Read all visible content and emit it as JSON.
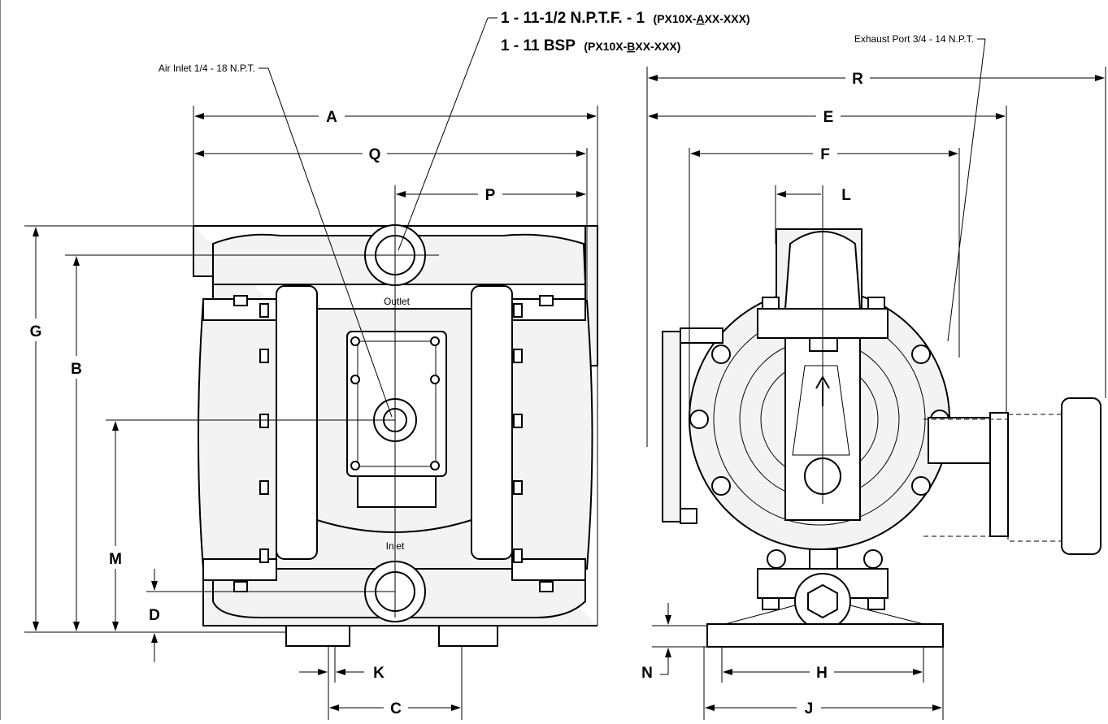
{
  "title_lines": {
    "line1_main": "1 - 11-1/2 N.P.T.F. - 1",
    "line1_part_prefix": "(PX10X-",
    "line1_part_ul": "A",
    "line1_part_suffix": "XX-XXX)",
    "line2_main": "1 - 11 BSP",
    "line2_part_prefix": "(PX10X-",
    "line2_part_ul": "B",
    "line2_part_suffix": "XX-XXX)"
  },
  "notes": {
    "air_inlet": "Air Inlet 1/4 - 18 N.P.T.",
    "exhaust_port": "Exhaust Port 3/4 - 14 N.P.T.",
    "outlet": "Outlet",
    "inlet": "Inlet"
  },
  "dimensions": {
    "A": "A",
    "Q": "Q",
    "P": "P",
    "G": "G",
    "B": "B",
    "M": "M",
    "D": "D",
    "K": "K",
    "C": "C",
    "R": "R",
    "E": "E",
    "F": "F",
    "L": "L",
    "N": "N",
    "H": "H",
    "J": "J"
  },
  "colors": {
    "line": "#000000",
    "background": "#ffffff",
    "part_fill": "#f3f3f3"
  }
}
